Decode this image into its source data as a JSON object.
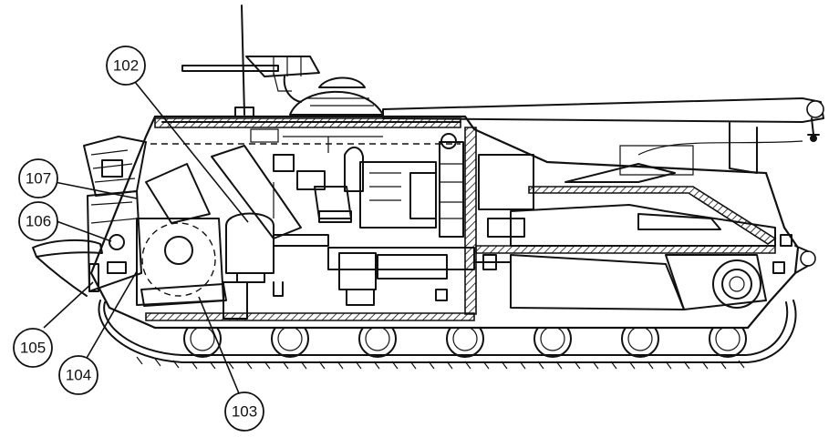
{
  "callouts": [
    {
      "id": "102",
      "label": "102"
    },
    {
      "id": "103",
      "label": "103"
    },
    {
      "id": "104",
      "label": "104"
    },
    {
      "id": "105",
      "label": "105"
    },
    {
      "id": "106",
      "label": "106"
    },
    {
      "id": "107",
      "label": "107"
    }
  ],
  "colors": {
    "ink": "#111111",
    "paper": "#ffffff"
  }
}
